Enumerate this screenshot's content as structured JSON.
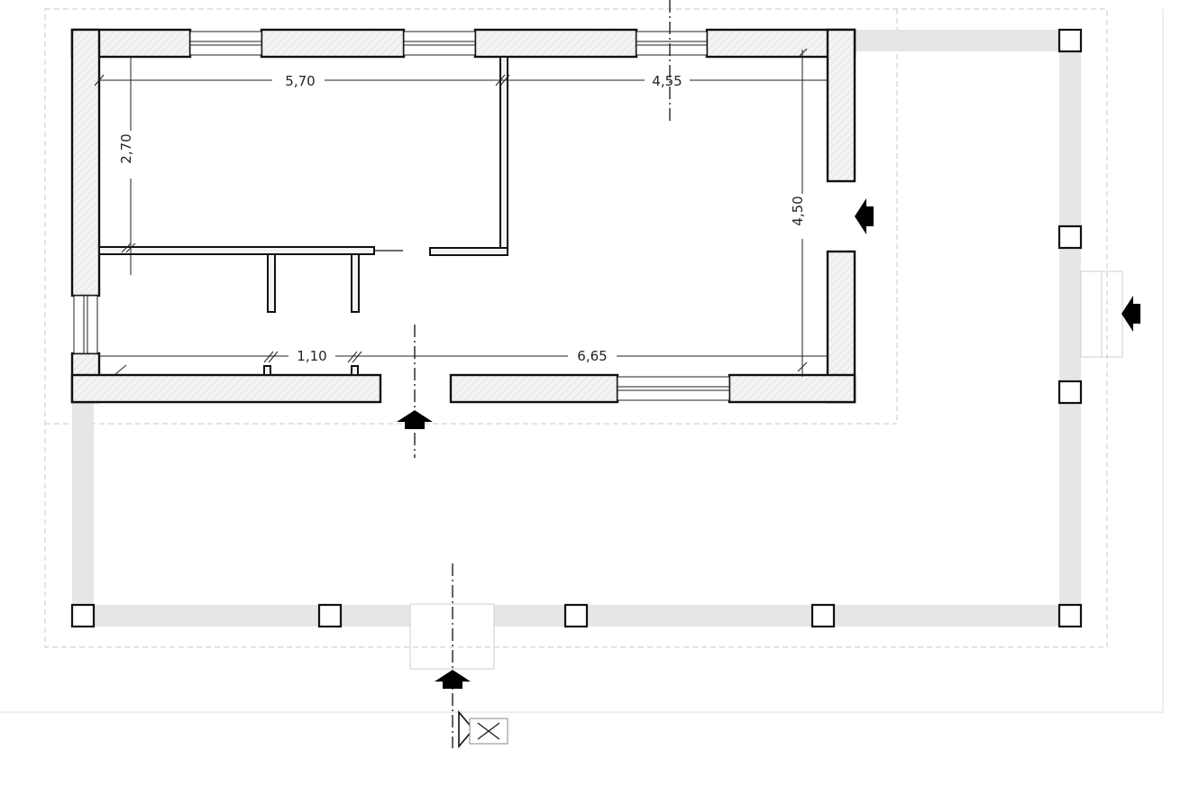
{
  "dimensions": {
    "top_left": "5,70",
    "top_right": "4,55",
    "left_height": "2,70",
    "right_height": "4,50",
    "bottom_small": "1,10",
    "bottom_large": "6,65"
  },
  "colors": {
    "wall_stroke": "#111111",
    "wall_fill": "#f2f2f2",
    "terrace": "#e6e6e6",
    "arrow": "#000000"
  },
  "icons": {
    "entrance_arrow": "arrow-icon",
    "section_marker": "section-marker-icon"
  }
}
